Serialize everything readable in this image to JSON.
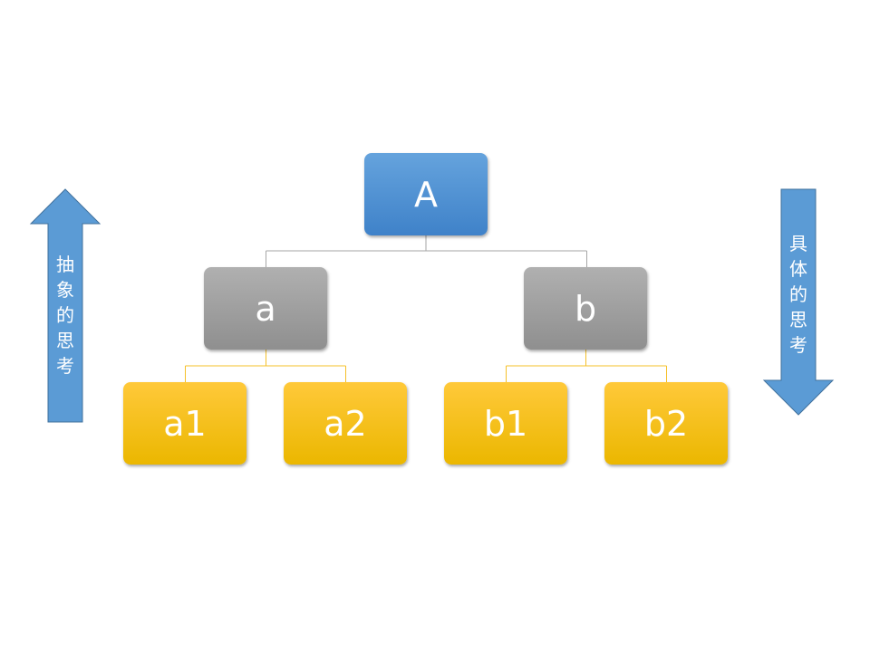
{
  "root": {
    "label": "A",
    "color": "#4a8fd4"
  },
  "level2": [
    {
      "label": "a",
      "color": "#a0a0a0"
    },
    {
      "label": "b",
      "color": "#a0a0a0"
    }
  ],
  "level3": [
    {
      "label": "a1",
      "color": "#f8c21a"
    },
    {
      "label": "a2",
      "color": "#f8c21a"
    },
    {
      "label": "b1",
      "color": "#f8c21a"
    },
    {
      "label": "b2",
      "color": "#f8c21a"
    }
  ],
  "left_arrow": {
    "label": "抽象的思考",
    "direction": "up"
  },
  "right_arrow": {
    "label": "具体的思考",
    "direction": "down"
  },
  "arrow_color": "#5b9bd5"
}
